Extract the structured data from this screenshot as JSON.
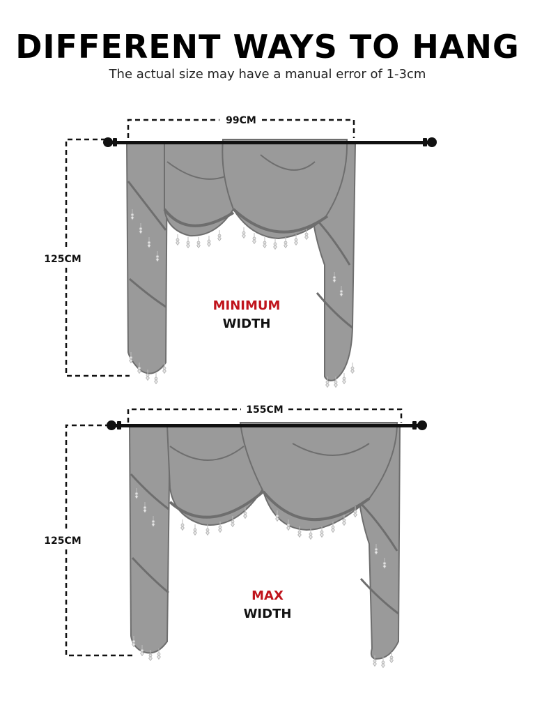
{
  "title": "DIFFERENT WAYS TO HANG",
  "subtitle": "The actual size may have a manual error of 1-3cm",
  "colors": {
    "accent": "#c0141c",
    "curtain_fill": "#9a9a9a",
    "curtain_edge": "#6e6e6e",
    "rod": "#111111",
    "bead": "#d8d8d8"
  },
  "min_layout": {
    "width_label": "99CM",
    "height_label": "125CM",
    "caption_accent": "MINIMUM",
    "caption": "WIDTH"
  },
  "max_layout": {
    "width_label": "155CM",
    "height_label": "125CM",
    "caption_accent": "MAX",
    "caption": "WIDTH"
  }
}
